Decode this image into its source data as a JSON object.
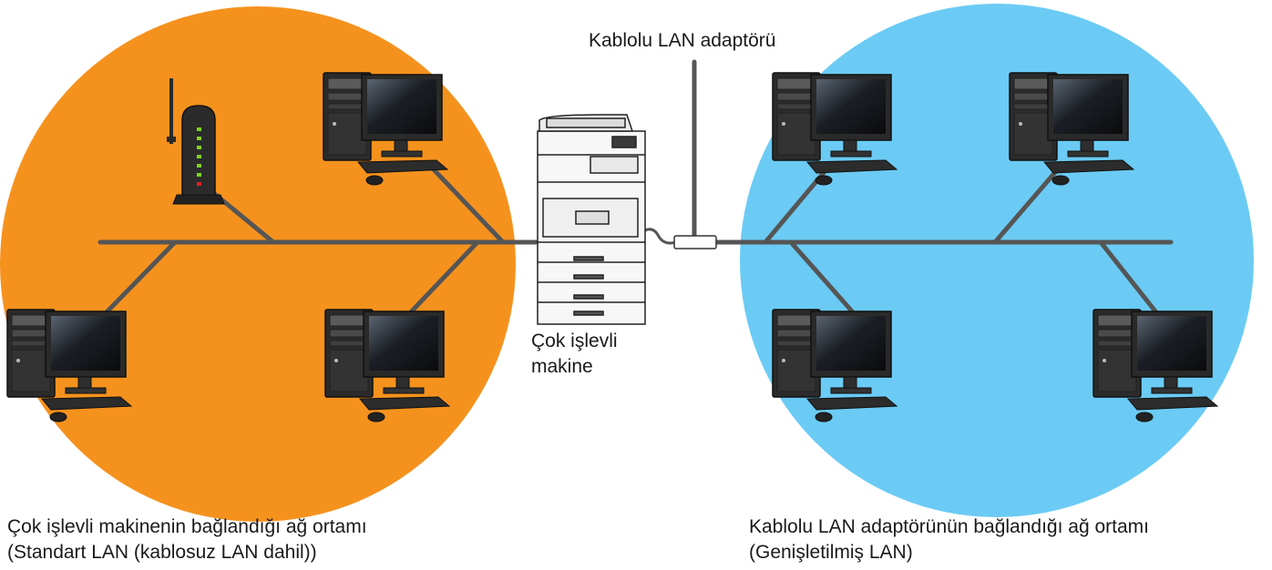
{
  "labels": {
    "adapter": "Kablolu LAN adaptörü",
    "mfp_line1": "Çok işlevli",
    "mfp_line2": "makine",
    "left_line1": "Çok işlevli makinenin bağlandığı ağ ortamı",
    "left_line2": "(Standart LAN (kablosuz LAN dahil))",
    "right_line1": "Kablolu LAN adaptörünün bağlandığı ağ ortamı",
    "right_line2": "(Genişletilmiş LAN)"
  },
  "colors": {
    "standard_network": "#f5921e",
    "extended_network": "#6bcbf4",
    "cable": "#555555",
    "text": "#1a1a1a"
  },
  "icons": [
    "computer-icon",
    "wireless-router-icon",
    "multifunction-printer-icon",
    "wired-lan-adapter-icon"
  ]
}
